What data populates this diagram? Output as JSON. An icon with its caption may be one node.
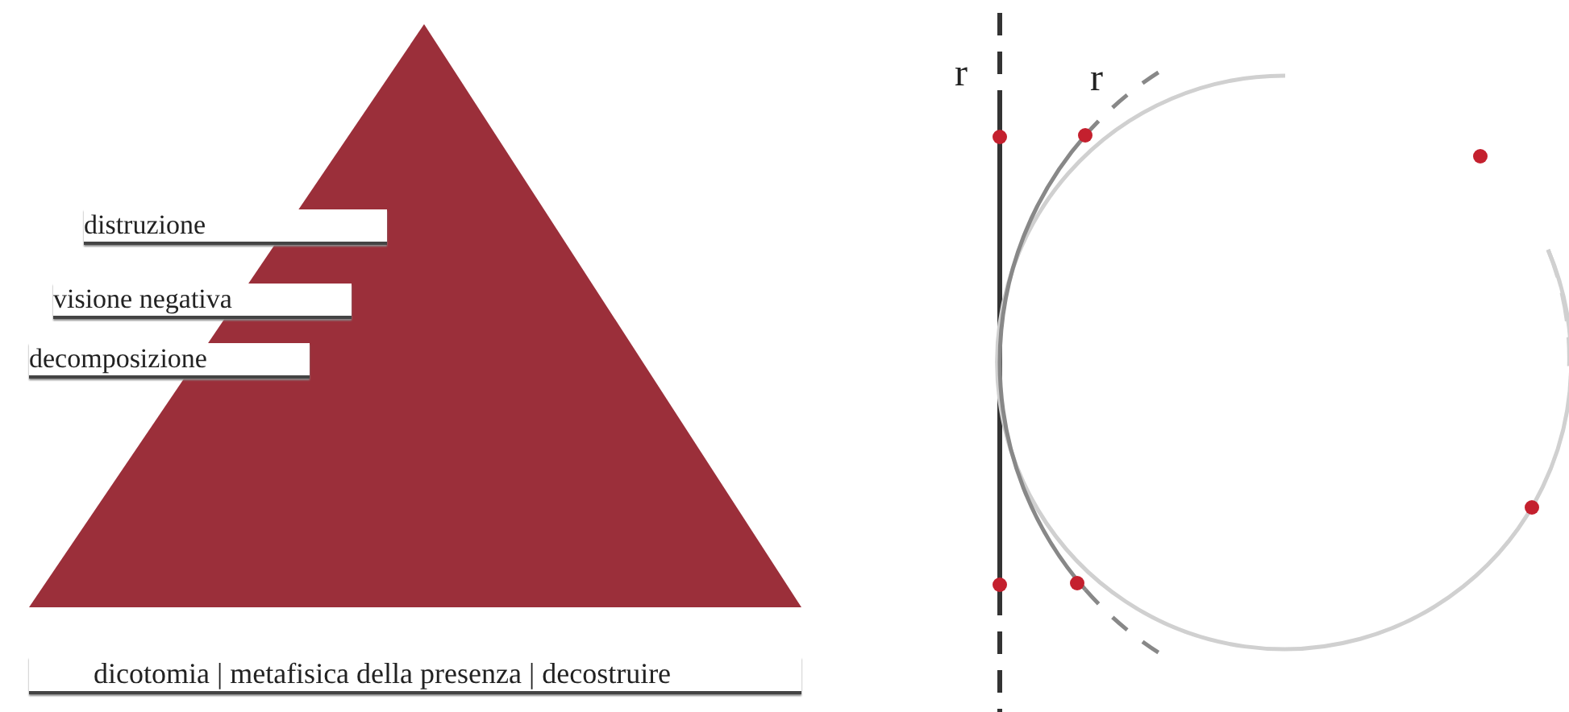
{
  "diagram": {
    "nodes": [
      {
        "text": [],
        "shape": "triangle"
      }
    ],
    "labels": [
      "distruzione",
      "visione negativa",
      "decomposizione",
      "dicotomia | metafisica della presenza | decostruire",
      "r",
      "r"
    ]
  }
}
